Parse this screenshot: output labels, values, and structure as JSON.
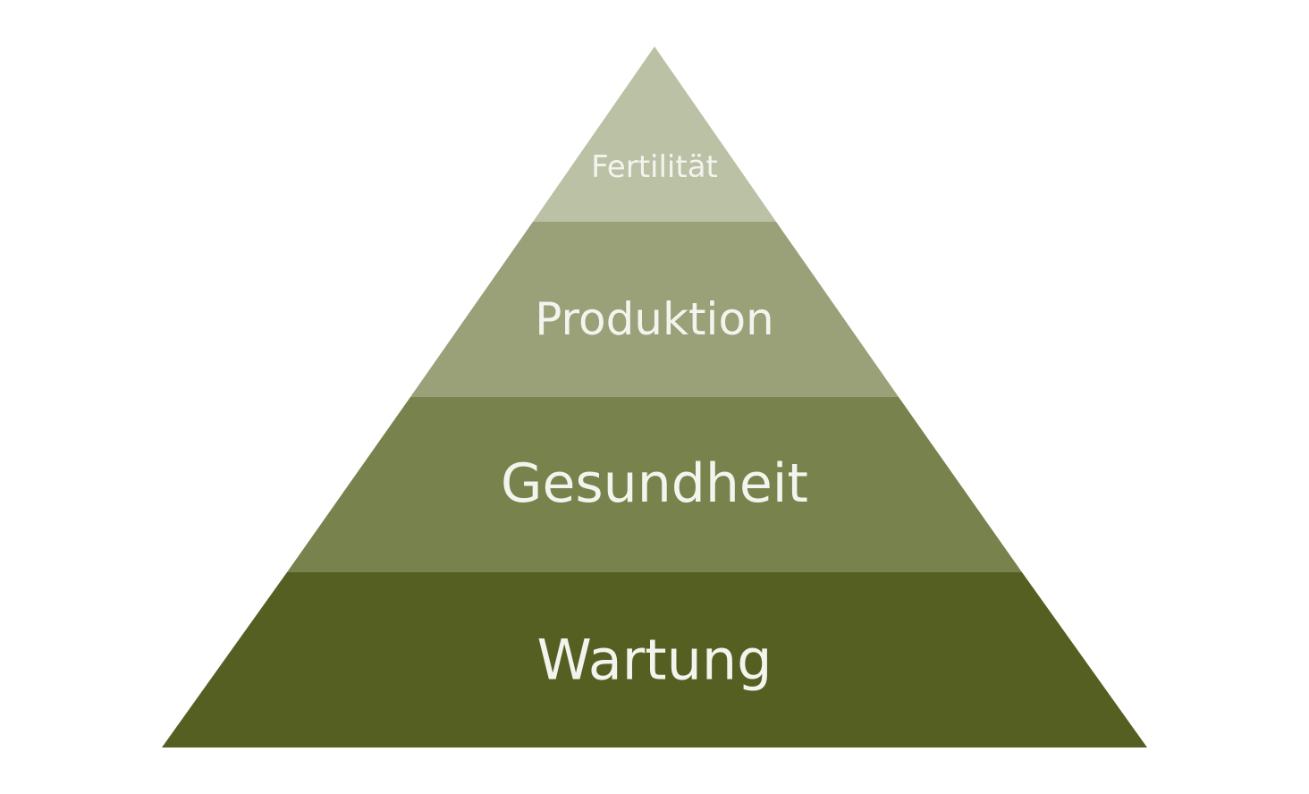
{
  "pyramid": {
    "levels": [
      {
        "label": "Fertilität",
        "color": "#bac1a5"
      },
      {
        "label": "Produktion",
        "color": "#9aa078"
      },
      {
        "label": "Gesundheit",
        "color": "#77824c"
      },
      {
        "label": "Wartung",
        "color": "#565f22"
      }
    ]
  }
}
